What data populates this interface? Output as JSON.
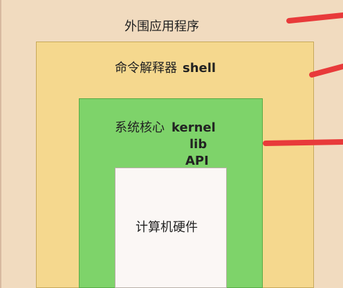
{
  "layers": {
    "outer_program": "外围应用程序",
    "shell_interpreter": {
      "zh": "命令解释器",
      "en": "shell"
    },
    "system_kernel": {
      "zh": "系统核心",
      "en": "kernel"
    },
    "lib": "lib",
    "api": "API",
    "hardware": "计算机硬件"
  },
  "colors": {
    "outer": "#f1dbbf",
    "shell": "#f5d88e",
    "kernel": "#7ed36a",
    "hardware": "#fbf7f5",
    "marker": "#e83a3a"
  }
}
